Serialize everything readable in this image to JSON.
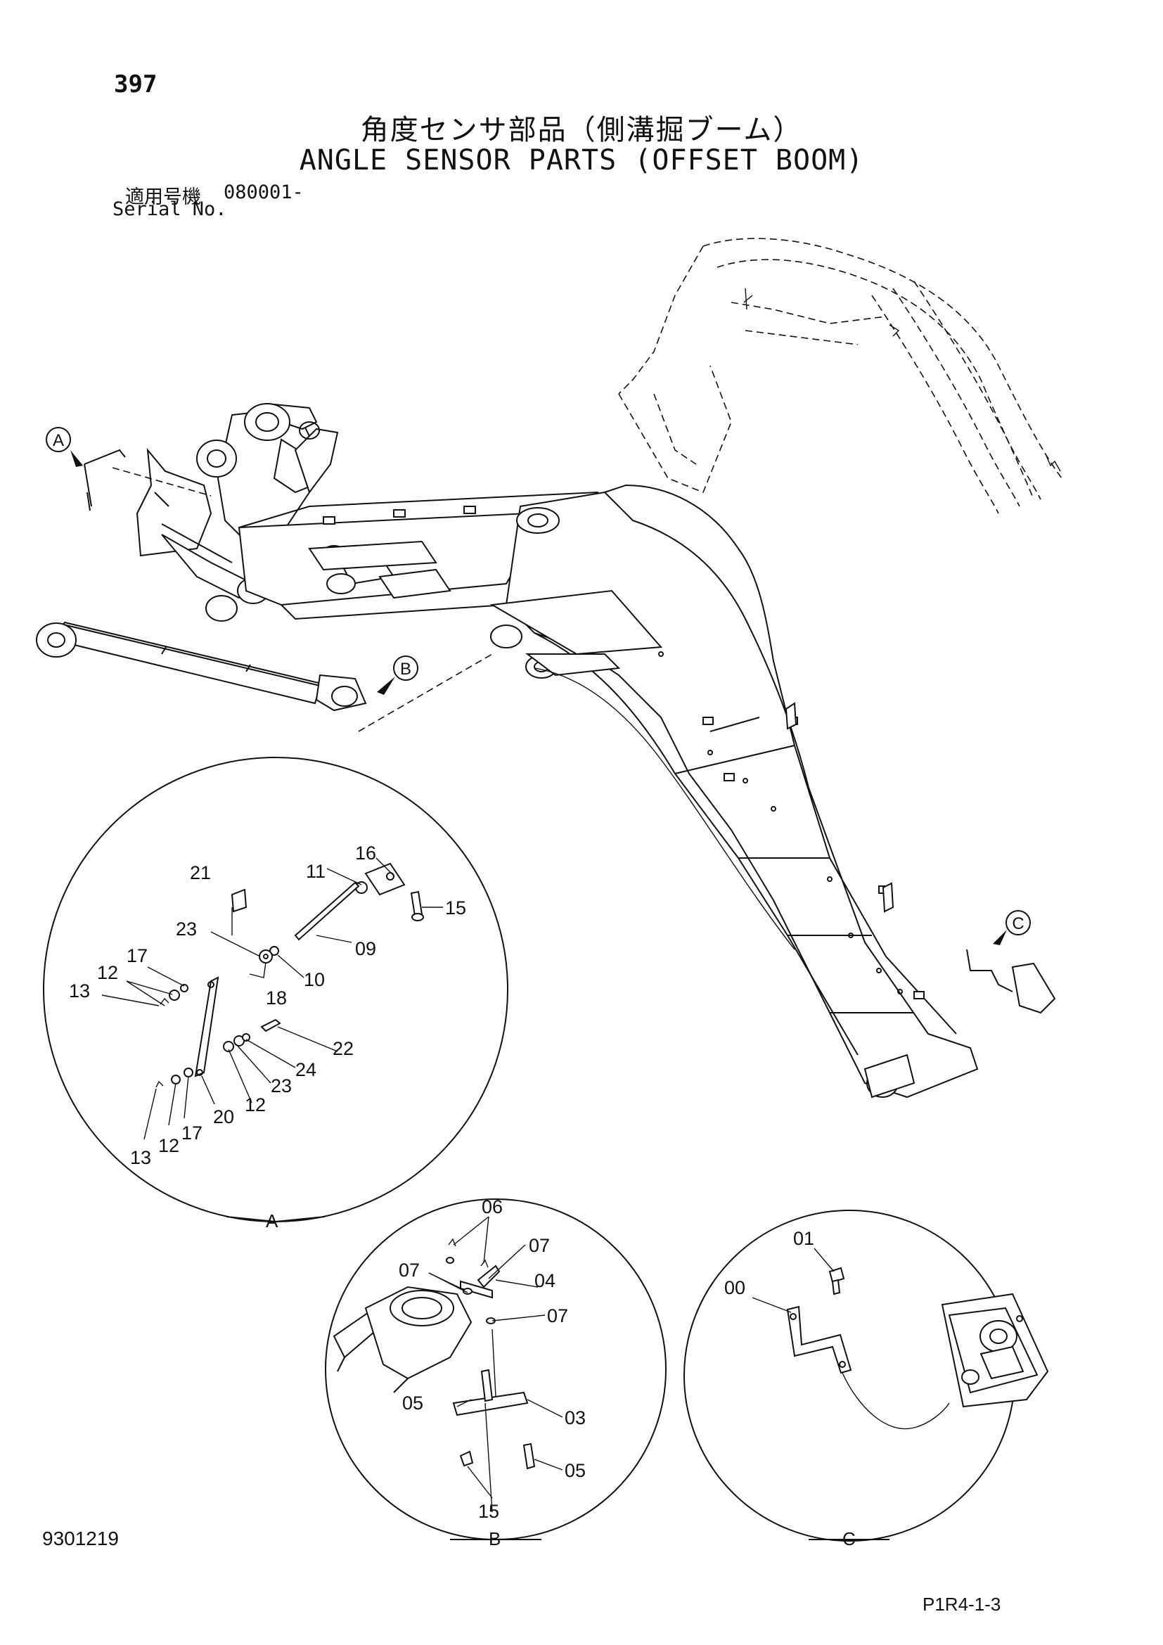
{
  "header": {
    "page_number": "397",
    "title_jp": "角度センサ部品（側溝掘ブーム）",
    "title_en": "ANGLE SENSOR PARTS (OFFSET BOOM)",
    "serial_label_jp": "適用号機",
    "serial_range": "080001-",
    "serial_label_en": "Serial No."
  },
  "footer": {
    "doc_number": "9301219",
    "page_code": "P1R4-1-3"
  },
  "callouts": {
    "main_a": "A",
    "main_b": "B",
    "main_c": "C"
  },
  "detail_a": {
    "label": "A",
    "parts": [
      "16",
      "11",
      "15",
      "21",
      "09",
      "23",
      "17",
      "12",
      "13",
      "18",
      "10",
      "22",
      "24",
      "23",
      "12",
      "20",
      "13",
      "12",
      "17"
    ]
  },
  "detail_b": {
    "label": "B",
    "parts": [
      "06",
      "07",
      "07",
      "04",
      "07",
      "05",
      "03",
      "05",
      "15"
    ]
  },
  "detail_c": {
    "label": "C",
    "parts": [
      "01",
      "00"
    ]
  }
}
